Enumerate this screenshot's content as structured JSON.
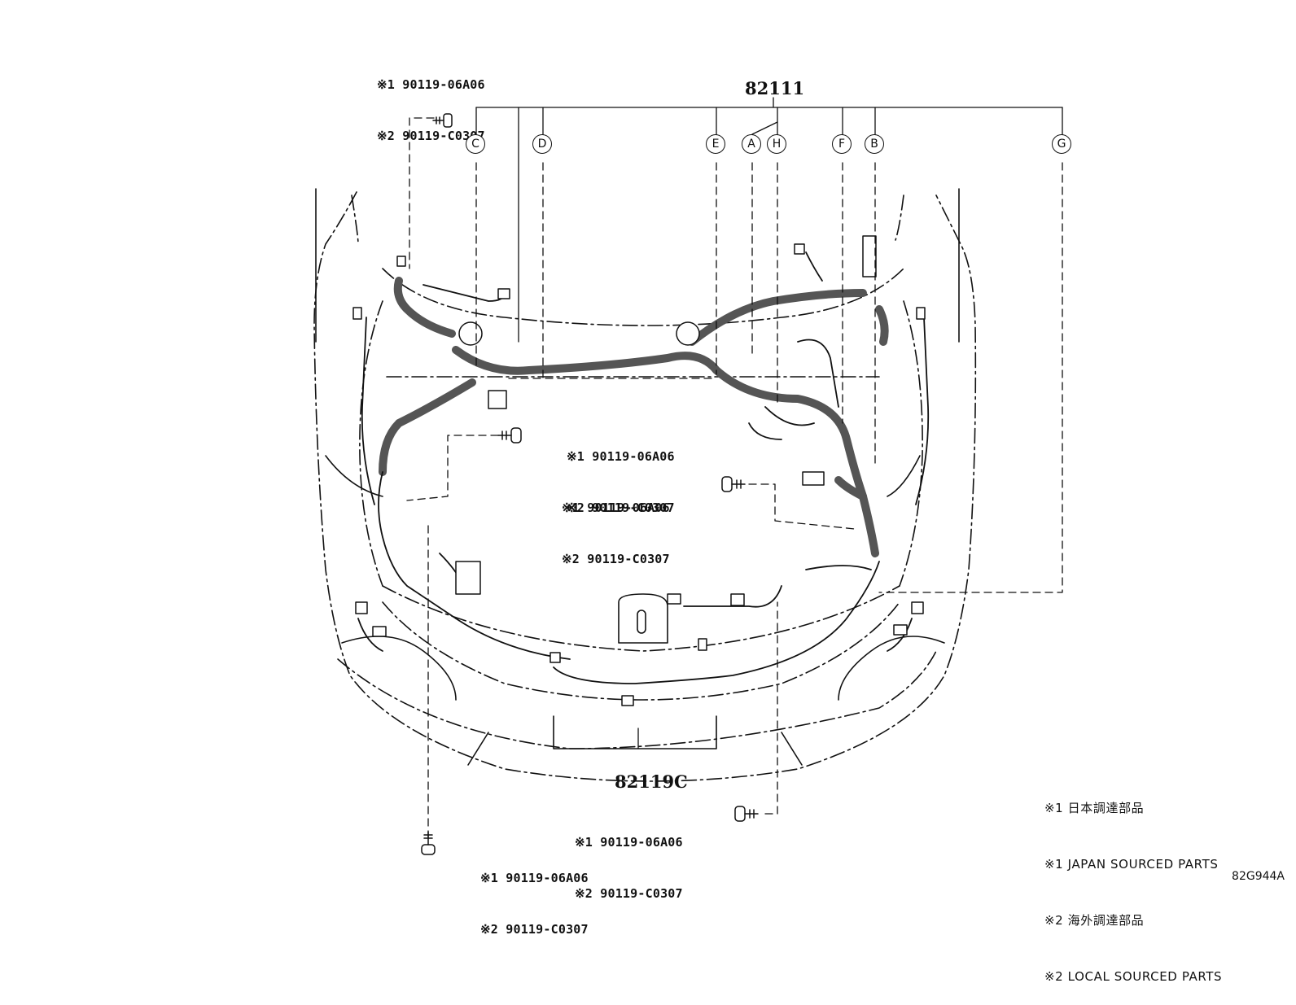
{
  "main_part": "82111",
  "bottom_part": "82119C",
  "callouts": [
    "C",
    "D",
    "E",
    "A",
    "H",
    "F",
    "B",
    "G"
  ],
  "bolt_labels": {
    "top": {
      "l1": "※1 90119-06A06",
      "l2": "※2 90119-C0307"
    },
    "mid1": {
      "l1": "※1 90119-06A06",
      "l2": "※2 90119-C0307"
    },
    "mid2": {
      "l1": "※1 90119-06A06",
      "l2": "※2 90119-C0307"
    },
    "lower": {
      "l1": "※1 90119-06A06",
      "l2": "※2 90119-C0307"
    },
    "bottom": {
      "l1": "※1 90119-06A06",
      "l2": "※2 90119-C0307"
    }
  },
  "legend": [
    "※1 日本調達部品",
    "※1 JAPAN SOURCED PARTS",
    "※2 海外調達部品",
    "※2 LOCAL SOURCED PARTS"
  ],
  "diagram_code": "82G944A"
}
